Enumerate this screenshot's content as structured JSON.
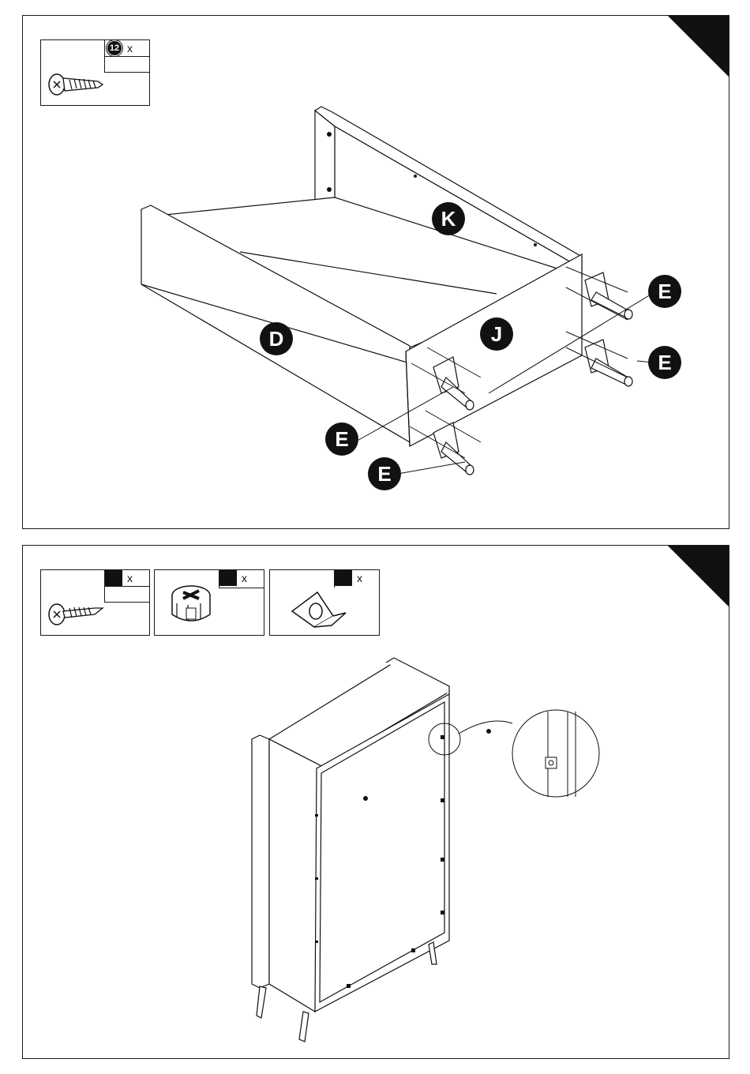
{
  "steps": [
    {
      "parts": [
        {
          "icon": "screw-icon",
          "quantity": "12",
          "multiplier": "x"
        }
      ],
      "labels": [
        "K",
        "D",
        "J",
        "E",
        "E",
        "E",
        "E"
      ]
    },
    {
      "parts": [
        {
          "icon": "screw-icon",
          "quantity": "",
          "multiplier": "x"
        },
        {
          "icon": "cam-lock-icon",
          "quantity": "",
          "multiplier": "x"
        },
        {
          "icon": "corner-bracket-icon",
          "quantity": "",
          "multiplier": "x"
        }
      ]
    }
  ]
}
